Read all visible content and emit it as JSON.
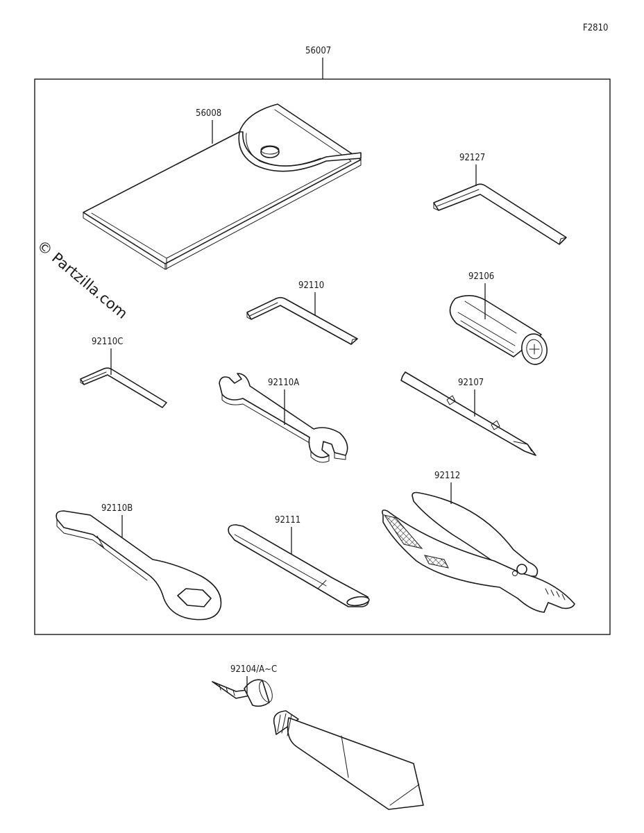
{
  "figure_code": "F2810",
  "watermark": "© Partzilla.com",
  "parts": {
    "kit": "56007",
    "case": "56008",
    "hex_long": "92127",
    "hex_mid": "92110",
    "driver_handle": "92106",
    "hex_small": "92110C",
    "wrench_open": "92110A",
    "screwdriver": "92107",
    "wrench_box": "92110B",
    "extension_bar": "92111",
    "pliers": "92112",
    "repair_kit": "92104/A~C"
  }
}
